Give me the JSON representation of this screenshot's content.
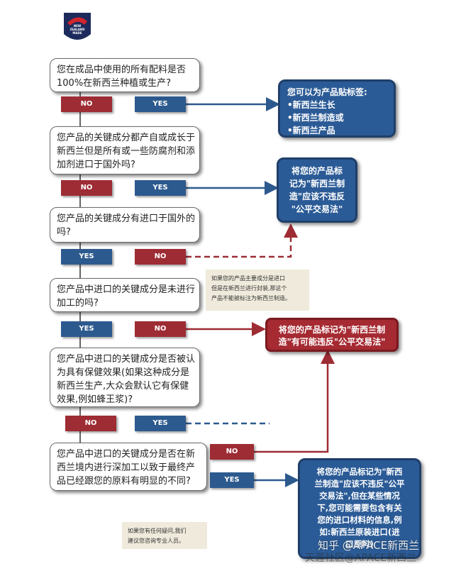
{
  "logo": {
    "lines": [
      "NEW",
      "ZEALAND",
      "MADE"
    ]
  },
  "questions": [
    {
      "lines": [
        "您在成品中使用的所有配料是否",
        "100%在新西兰种植或生产?"
      ]
    },
    {
      "lines": [
        "您产品的关键成分都产自或成长于",
        "新西兰但是所有或一些防腐剂和添",
        "加剂进口于国外吗?"
      ]
    },
    {
      "lines": [
        "您产品的关键成分有进口于国外的",
        "吗?"
      ]
    },
    {
      "lines": [
        "您产品中进口的关键成分是未进行",
        "加工的吗?"
      ]
    },
    {
      "lines": [
        "您产品中进口的关键成分是否被认",
        "为具有保健效果(如果这种成分是",
        "新西兰生产,大众会默认它有保健",
        "效果,例如蜂王浆)?"
      ]
    },
    {
      "lines": [
        "您产品中进口的关键成分是否在新",
        "西兰境内进行深加工以致于最终产",
        "品已经跟您的原料有明显的不同?"
      ]
    }
  ],
  "buttons": {
    "no": "NO",
    "yes": "YES"
  },
  "outcomes": {
    "labels_box": {
      "title": "您可以为产品贴标签:",
      "items": [
        "•新西兰生长",
        "•新西兰制造或",
        "•新西兰产品"
      ]
    },
    "ok_box": {
      "lines": [
        "将您的产品标",
        "记为\"新西兰制",
        "造\"应该不违反",
        "\"公平交易法\""
      ]
    },
    "violate_box": {
      "lines": [
        "将您的产品标记为\"新西兰制",
        "造\"有可能违反\"公平交易法\""
      ]
    },
    "final_box": {
      "lines": [
        "将您的产品标记为\"新西",
        "兰制造\"应该不违反\"公平",
        "交易法\",但在某些情况",
        "下,您可能需要包含有关",
        "您的进口材料的信息,例",
        "如:新西兰原装进口(进",
        "口原料)"
      ]
    }
  },
  "notes": {
    "unprocessed": [
      "如果您的产品主要成分是进口",
      "但是在新西兰进行封装,那这个",
      "产品不能被标注为新西兰制造。"
    ],
    "contact": [
      "如果您有任何疑问,我们",
      "建议您咨询专业人员。"
    ]
  },
  "watermarks": [
    "知乎 @APACE新西兰",
    "天涯社区@APACE新西兰"
  ],
  "colors": {
    "blue": "#2d5a8e",
    "red": "#9e2c34",
    "box_blue": "#2b5b96",
    "box_red": "#a52a32"
  }
}
